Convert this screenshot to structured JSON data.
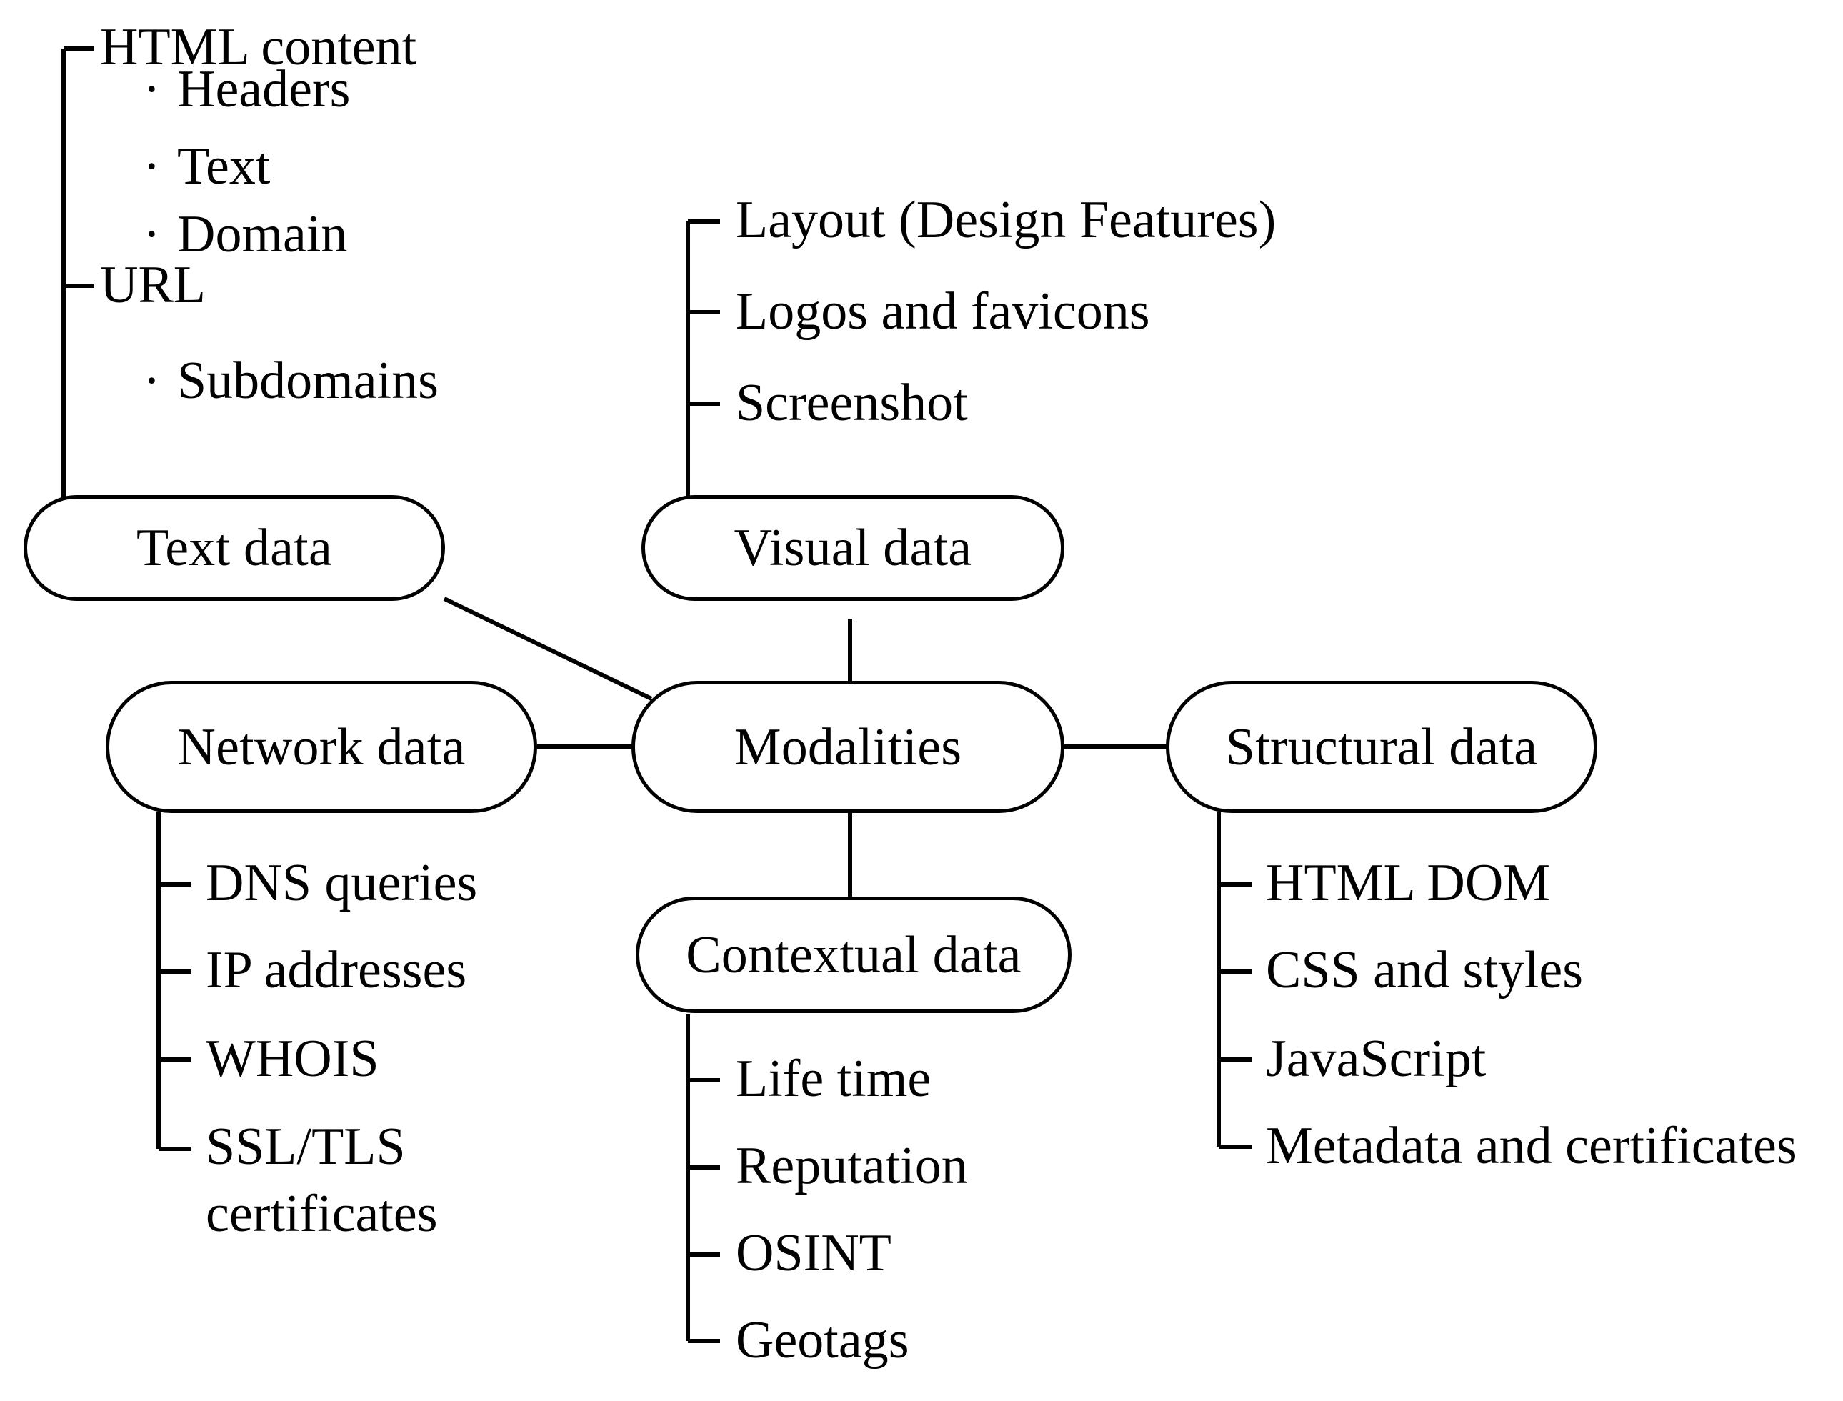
{
  "diagram": {
    "title": "Modalities",
    "line_color": "#000000",
    "background_color": "#ffffff",
    "text_color": "#000000",
    "center_node": {
      "label": "Modalities"
    },
    "nodes": [
      {
        "key": "text_data",
        "label": "Text data"
      },
      {
        "key": "visual_data",
        "label": "Visual data"
      },
      {
        "key": "network_data",
        "label": "Network data"
      },
      {
        "key": "modalities",
        "label": "Modalities"
      },
      {
        "key": "structural_data",
        "label": "Structural data"
      },
      {
        "key": "contextual_data",
        "label": "Contextual data"
      }
    ],
    "branches": {
      "text_data": {
        "label": "Text data",
        "items": [
          {
            "label": "HTML content",
            "sub": [
              "Headers",
              "Text"
            ]
          },
          {
            "label": "URL",
            "sub": [
              "Domain",
              "Subdomains"
            ]
          }
        ]
      },
      "visual_data": {
        "label": "Visual data",
        "items": [
          {
            "label": "Layout (Design Features)"
          },
          {
            "label": "Logos and favicons"
          },
          {
            "label": "Screenshot"
          }
        ]
      },
      "network_data": {
        "label": "Network data",
        "items": [
          {
            "label": "DNS queries"
          },
          {
            "label": "IP addresses"
          },
          {
            "label": "WHOIS"
          },
          {
            "label": "SSL/TLS certificates"
          }
        ]
      },
      "contextual_data": {
        "label": "Contextual data",
        "items": [
          {
            "label": "Life time"
          },
          {
            "label": "Reputation"
          },
          {
            "label": "OSINT"
          },
          {
            "label": "Geotags"
          }
        ]
      },
      "structural_data": {
        "label": "Structural data",
        "items": [
          {
            "label": "HTML DOM"
          },
          {
            "label": "CSS and styles"
          },
          {
            "label": "JavaScript"
          },
          {
            "label": "Metadata and certificates"
          }
        ]
      }
    },
    "bullet_glyph": "·",
    "ssl_line1": "SSL/TLS",
    "ssl_line2": "certificates"
  }
}
